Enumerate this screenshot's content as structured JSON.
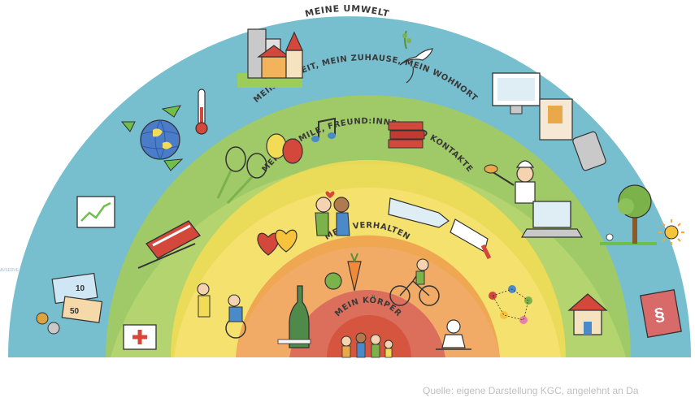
{
  "rainbow": {
    "layers": [
      {
        "label": "MEINE UMWELT",
        "color": "#5fb3c6"
      },
      {
        "label": "MEINE ARBEIT, MEIN ZUHAUSE, MEIN WOHNORT",
        "color": "#a6cd55"
      },
      {
        "label": "MEINE FAMILE, FREUND:INNEN UND KONTAKTE",
        "color": "#f3dc55"
      },
      {
        "label": "MEIN VERHALTEN",
        "color": "#ef9c4c"
      },
      {
        "label": "MEIN KÖRPER",
        "color": "#d6553f"
      }
    ]
  },
  "illustrations": {
    "money_note_value": "10",
    "money_coin_value": "50"
  },
  "side_tag": "AVSERVE",
  "source": "Quelle: eigene Darstellung KGC, angelehnt an Da"
}
